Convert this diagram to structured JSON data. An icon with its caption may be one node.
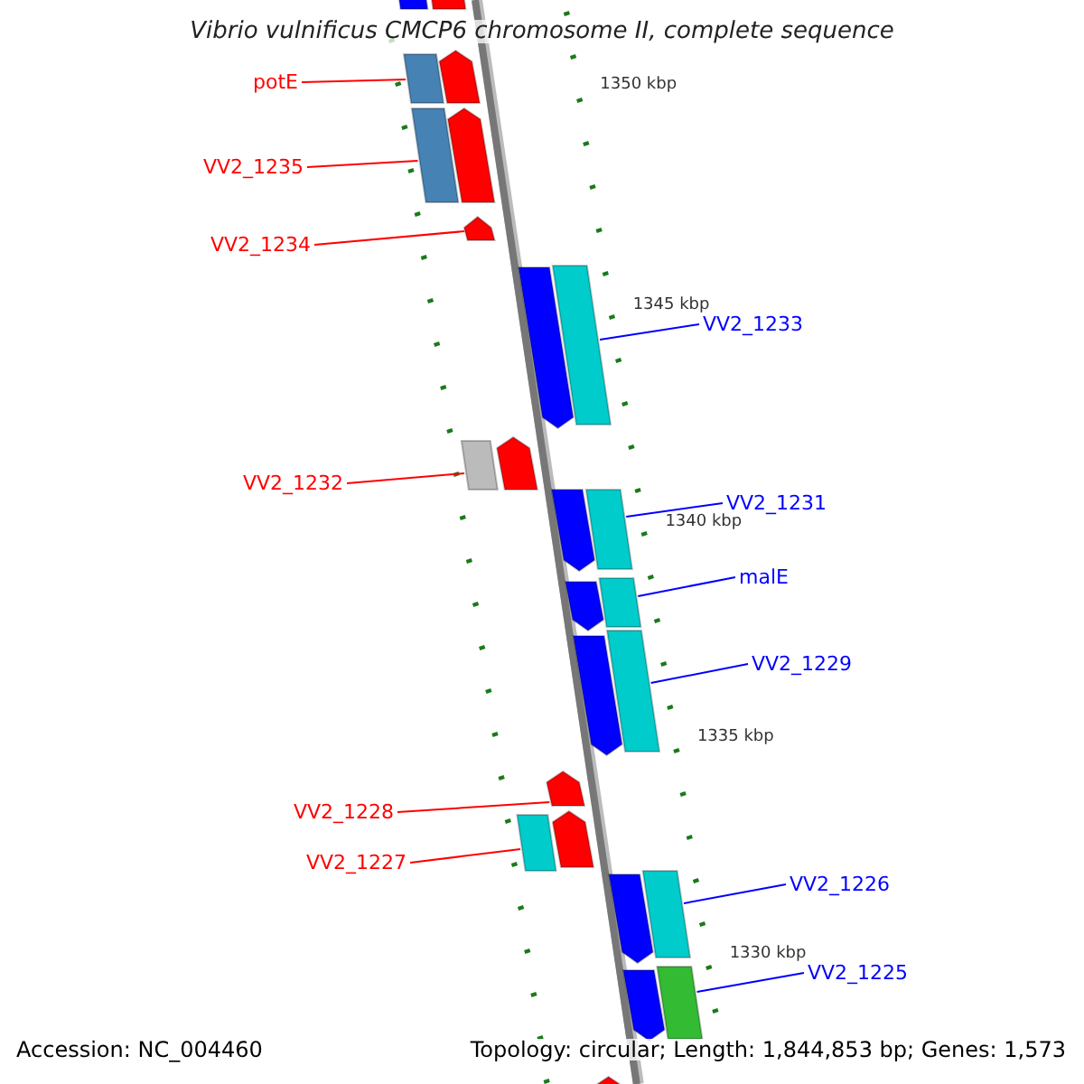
{
  "diagram": {
    "title": "Vibrio vulnificus CMCP6 chromosome II, complete sequence",
    "nodes": [
      {
        "text": [
          "potE"
        ]
      },
      {
        "text": [],
        "shape": "bar"
      },
      {
        "text": [
          "VV2_1235"
        ]
      },
      {
        "text": [],
        "shape": "bar"
      },
      {
        "text": [
          "VV2_1234"
        ]
      },
      {
        "text": [],
        "shape": "arrow"
      },
      {
        "text": [
          "VV2_1233"
        ]
      },
      {
        "text": [],
        "shape": "bar"
      },
      {
        "text": [
          "VV2_1232"
        ]
      },
      {
        "text": [],
        "shape": "bar"
      },
      {
        "text": [
          "VV2_1231"
        ]
      },
      {
        "text": [],
        "shape": "bar"
      },
      {
        "text": [
          "malE"
        ]
      },
      {
        "text": [],
        "shape": "bar"
      },
      {
        "text": [
          "VV2_1229"
        ]
      },
      {
        "text": [],
        "shape": "bar"
      },
      {
        "text": [
          "VV2_1228"
        ]
      },
      {
        "text": [],
        "shape": "arrow"
      },
      {
        "text": [
          "VV2_1227"
        ]
      },
      {
        "text": [],
        "shape": "bar"
      },
      {
        "text": [
          "VV2_1226"
        ]
      },
      {
        "text": [],
        "shape": "bar"
      },
      {
        "text": [
          "VV2_1225"
        ]
      },
      {
        "text": [],
        "shape": "bar"
      },
      {
        "text": [],
        "shape": "bar"
      },
      {
        "text": [],
        "shape": "bar"
      },
      {
        "text": [],
        "shape": "arrow"
      },
      {
        "text": [],
        "shape": "arrow"
      },
      {
        "text": [],
        "shape": "arrow"
      },
      {
        "text": [],
        "shape": "arrow"
      },
      {
        "text": [],
        "shape": "arrow"
      },
      {
        "text": [],
        "shape": "arrow"
      },
      {
        "text": [],
        "shape": "arrow"
      },
      {
        "text": [],
        "shape": "arrow"
      },
      {
        "text": [],
        "shape": "arrow"
      },
      {
        "text": [],
        "shape": "arrow"
      },
      {
        "text": [],
        "shape": "arrow"
      }
    ],
    "edges": [
      {
        "from": 0,
        "to": 1,
        "arrow": "none",
        "color": "#ff0000"
      },
      {
        "from": 2,
        "to": 3,
        "arrow": "none",
        "color": "#ff0000"
      },
      {
        "from": 4,
        "to": 5,
        "arrow": "none",
        "color": "#ff0000"
      },
      {
        "from": 6,
        "to": 7,
        "arrow": "none",
        "color": "#0000ff"
      },
      {
        "from": 8,
        "to": 9,
        "arrow": "none",
        "color": "#ff0000"
      },
      {
        "from": 10,
        "to": 11,
        "arrow": "none",
        "color": "#0000ff"
      },
      {
        "from": 12,
        "to": 13,
        "arrow": "none",
        "color": "#0000ff"
      },
      {
        "from": 14,
        "to": 15,
        "arrow": "none",
        "color": "#0000ff"
      },
      {
        "from": 16,
        "to": 17,
        "arrow": "none",
        "color": "#ff0000"
      },
      {
        "from": 18,
        "to": 19,
        "arrow": "none",
        "color": "#ff0000"
      },
      {
        "from": 20,
        "to": 21,
        "arrow": "none",
        "color": "#0000ff"
      },
      {
        "from": 22,
        "to": 23,
        "arrow": "none",
        "color": "#0000ff"
      }
    ],
    "labels": [
      "1350 kbp",
      "1345 kbp",
      "1340 kbp",
      "1335 kbp",
      "1330 kbp",
      "Accession: NC_004460",
      "Topology: circular; Length: 1,844,853 bp; Genes: 1,573"
    ]
  }
}
